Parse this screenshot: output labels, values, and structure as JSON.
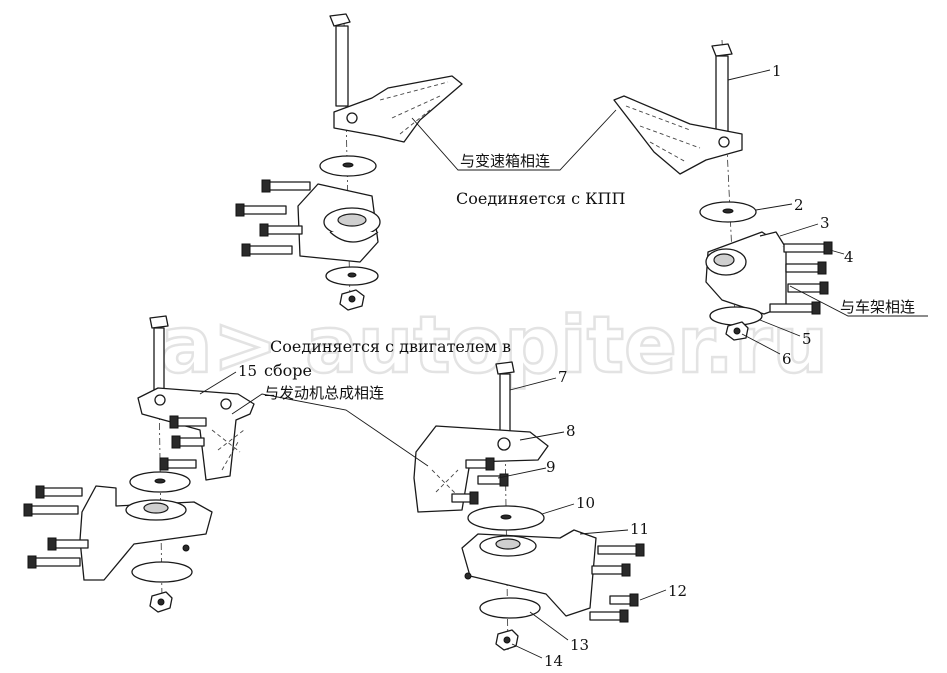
{
  "watermark": "a> autopiter.ru",
  "labels": {
    "transmission_cn": "与变速箱相连",
    "transmission_ru": "Соединяется с КПП",
    "frame_cn": "与车架相连",
    "engine_ru_line1": "Соединяется с двигателем в",
    "engine_ru_line2": "сборе",
    "engine_cn": "与发动机总成相连"
  },
  "callouts": [
    "1",
    "2",
    "3",
    "4",
    "5",
    "6",
    "7",
    "8",
    "9",
    "10",
    "11",
    "12",
    "13",
    "14",
    "15"
  ],
  "colors": {
    "line": "#1a1a1a",
    "watermark": "#e3e3e3"
  }
}
